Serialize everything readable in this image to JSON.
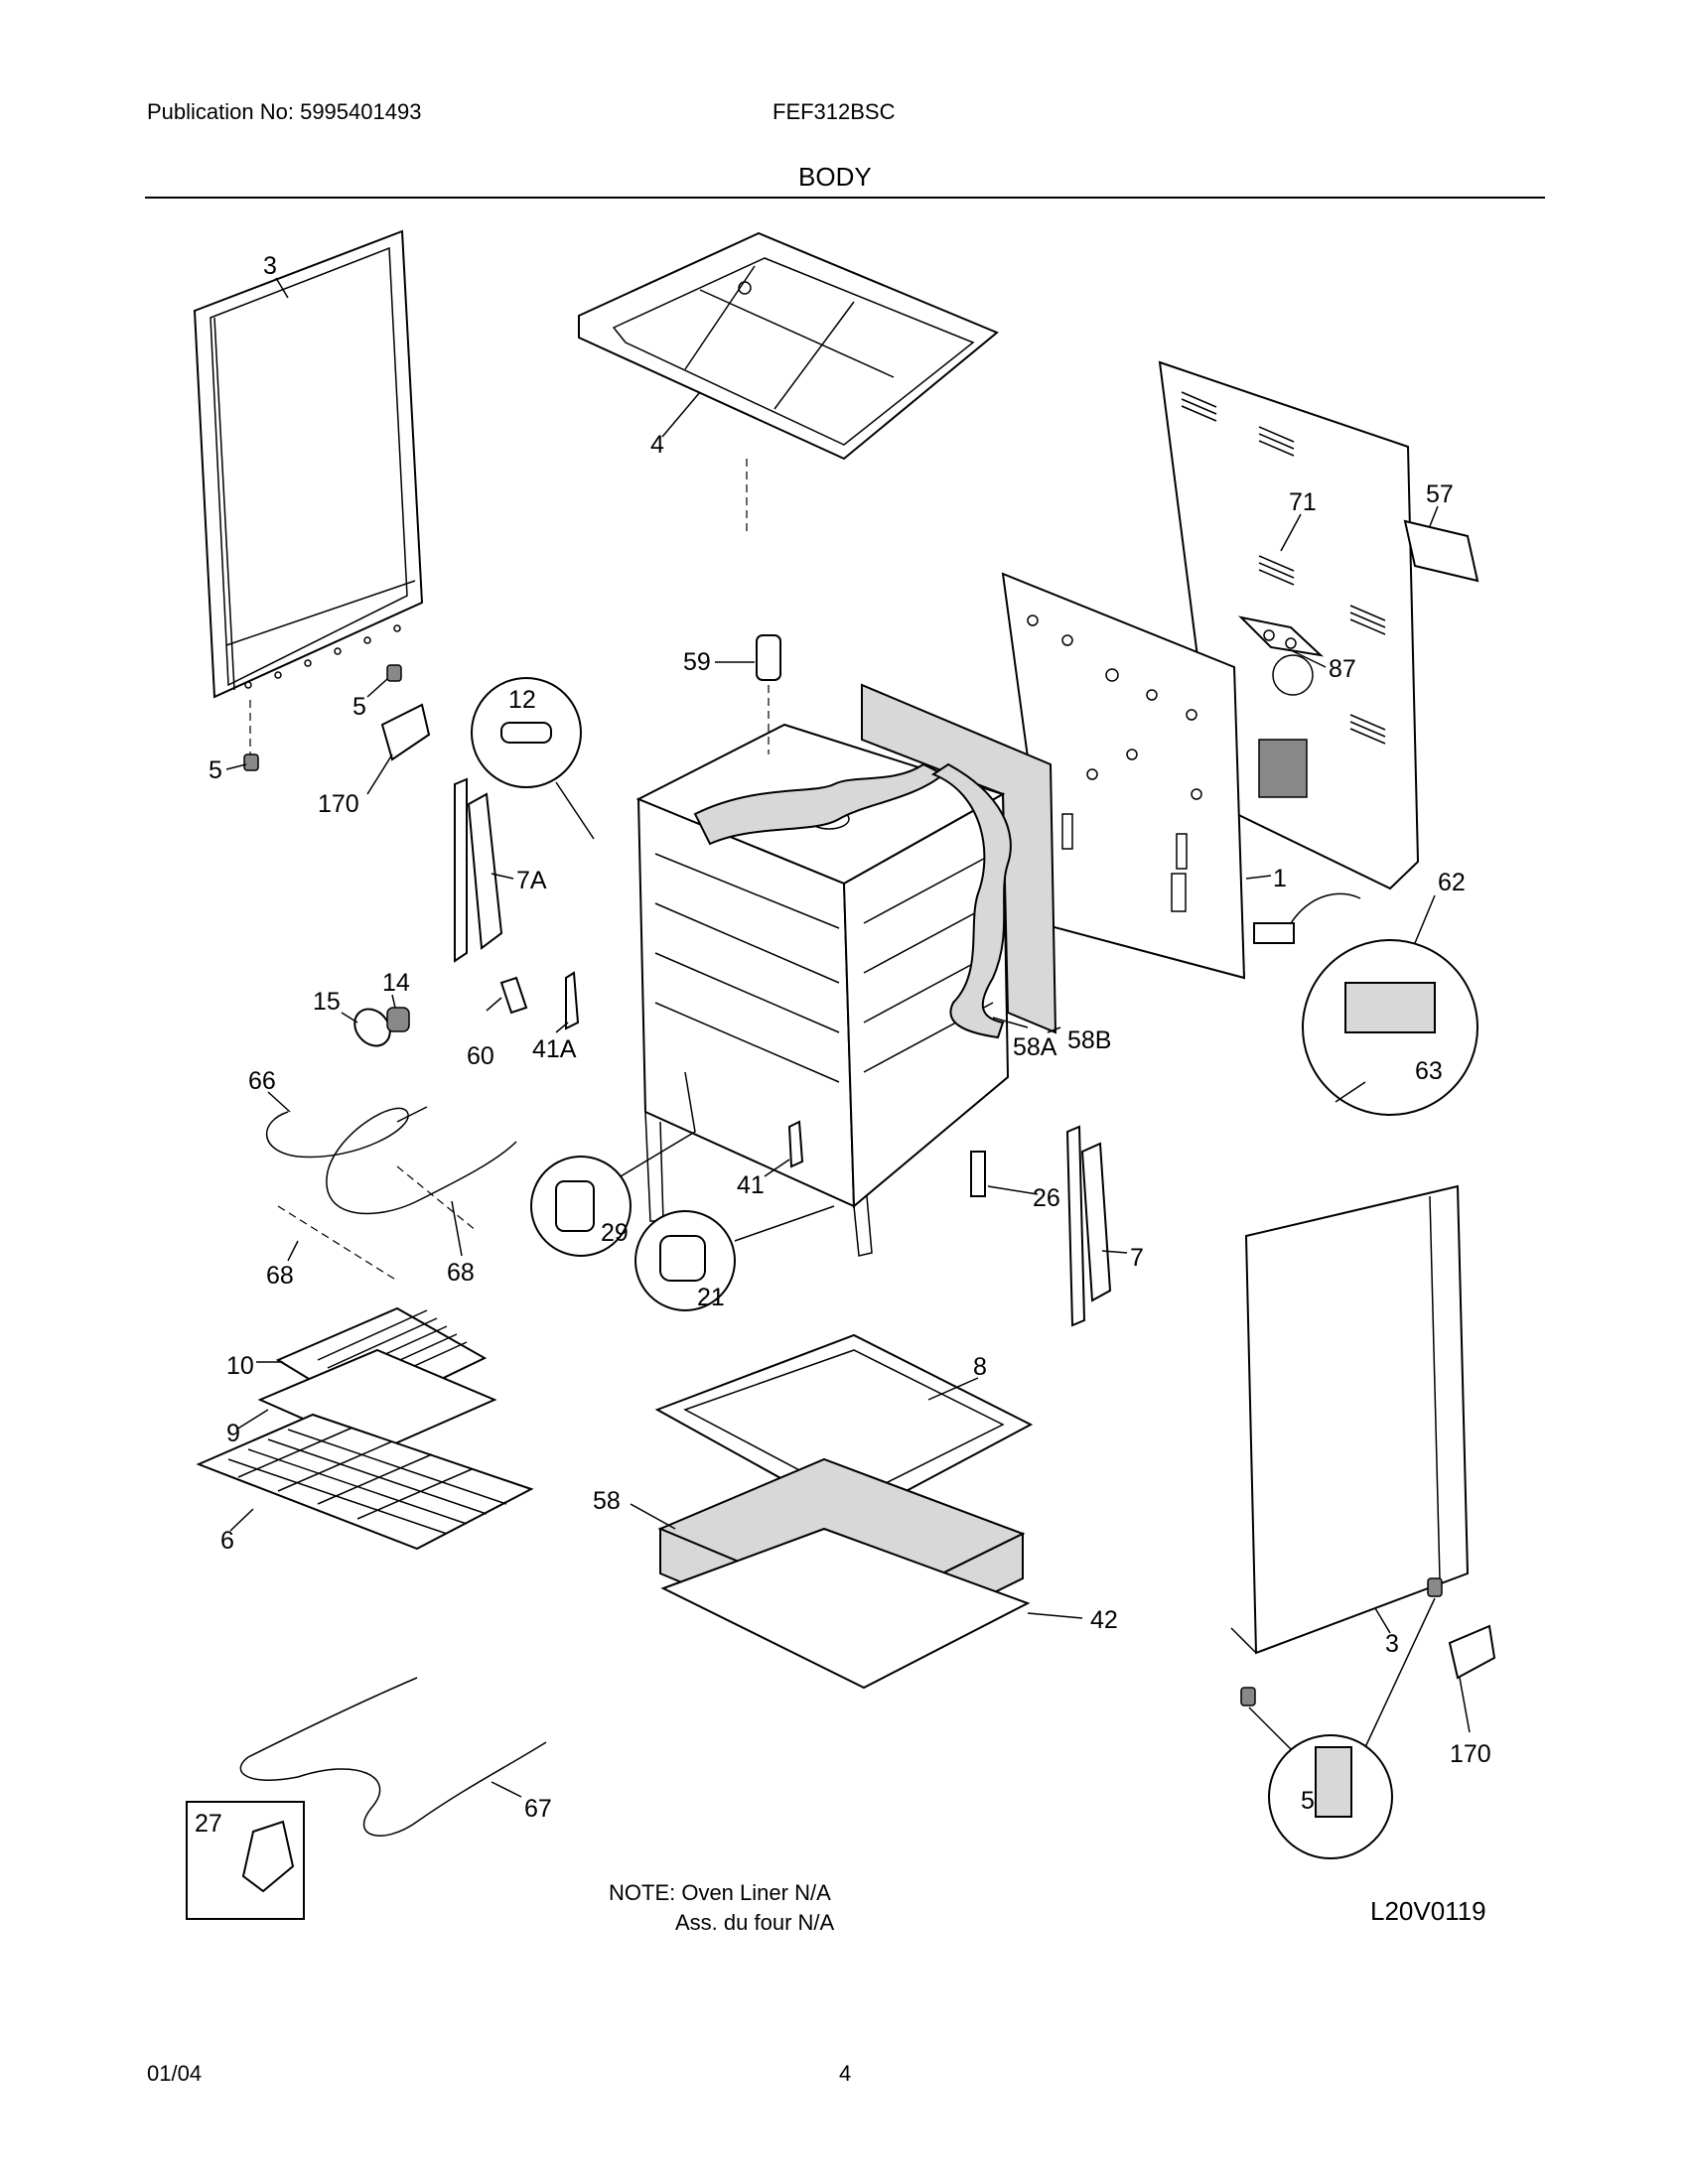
{
  "header": {
    "publication": "Publication No: 5995401493",
    "model": "FEF312BSC",
    "section": "BODY"
  },
  "callouts": {
    "c3a": "3",
    "c4": "4",
    "c57": "57",
    "c71": "71",
    "c59": "59",
    "c87": "87",
    "c12": "12",
    "c5a": "5",
    "c5b": "5",
    "c170a": "170",
    "c7a": "7A",
    "c1": "1",
    "c62": "62",
    "c15": "15",
    "c14": "14",
    "c60": "60",
    "c41a": "41A",
    "c58a": "58A",
    "c58b": "58B",
    "c63": "63",
    "c66": "66",
    "c29": "29",
    "c41": "41",
    "c26": "26",
    "c7": "7",
    "c68a": "68",
    "c68b": "68",
    "c21": "21",
    "c10": "10",
    "c8": "8",
    "c9": "9",
    "c58": "58",
    "c6": "6",
    "c42": "42",
    "c3b": "3",
    "c170b": "170",
    "c5c": "5",
    "c67": "67",
    "c27": "27"
  },
  "notes": {
    "line1": "NOTE: Oven Liner N/A",
    "line2": "Ass. du four N/A",
    "drawing_id": "L20V0119"
  },
  "footer": {
    "date": "01/04",
    "page": "4"
  }
}
